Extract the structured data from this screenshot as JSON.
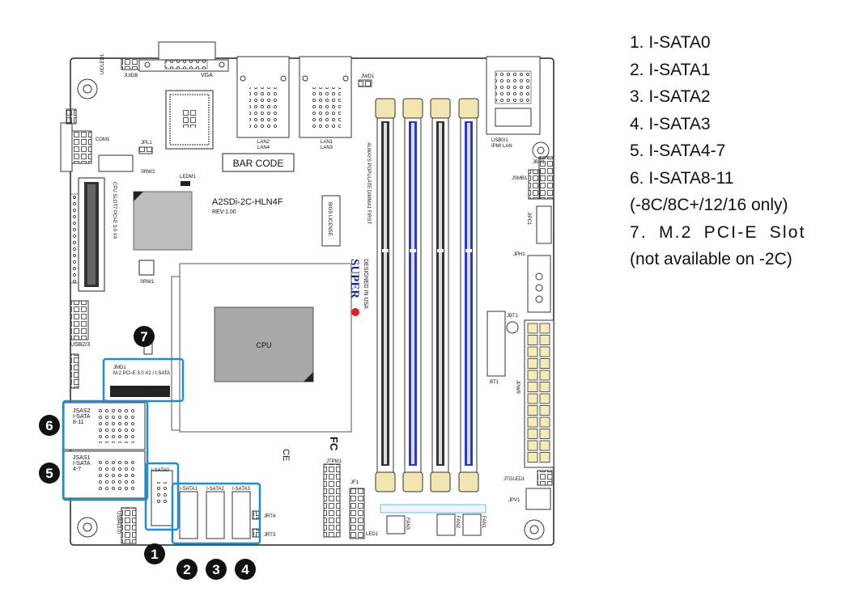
{
  "board": {
    "model": "A2SDi-2C-HLN4F",
    "revision": "REV:1.00",
    "bar_code": "BAR CODE",
    "cpu": "CPU",
    "bios_license": "BIOS LICENSE",
    "designed_in": "DESIGNED IN USA",
    "brand": "SUPER",
    "dimm_note": "ALWAYS POPULATE DIMMA1 FIRST"
  },
  "labels": {
    "vga": "VGA",
    "uid": "UIDLED1",
    "jud": "JUIDB",
    "jwd1": "JWD1",
    "lan24": [
      "LAN2",
      "LAN4"
    ],
    "lan13": [
      "LAN1",
      "LAN3"
    ],
    "usb01": [
      "USB0/1",
      "IPMI LAN"
    ],
    "com1": "COM1",
    "jpl1": "JPL1",
    "srw2": "SRW2",
    "ledm1": "LEDM1",
    "srw1": "SRW1",
    "jpci": "CPU SLOT7 PCI-E 3.0 X4",
    "usb23": "USB2/3",
    "jmd1": [
      "JMD1",
      "M.2 PCI-E 3.0 X2 / I-SATA"
    ],
    "jsas2": [
      "JSAS2",
      "I-SATA",
      "8-11"
    ],
    "jsas1": [
      "JSAS1",
      "I-SATA",
      "4-7"
    ],
    "isata0": "I-SATA0",
    "isata1": "I-SATA1",
    "isata2": "I-SATA2",
    "isata3": "I-SATA3",
    "jrt4": "JRT4",
    "jrt3": "JRT3",
    "jtpm1": "JTPM1",
    "jf1": "JF1",
    "led1": "LED1",
    "fan3": "FAN3",
    "fan2": "FAN2",
    "fan1": "FAN1",
    "jsmb1": "JSMB1",
    "jipc1": "JIPC1",
    "jph1": "JPH1",
    "jbt1": "JBT1",
    "bt1": "BT1",
    "jpwr": "JPWR",
    "jtgled1": "JTGLED1",
    "jpv1": "JPV1",
    "jbr1": "JBR1",
    "usb4": "USB4(3.0)",
    "ce": "CE",
    "fc": "FC"
  },
  "badges": [
    "1",
    "2",
    "3",
    "4",
    "5",
    "6",
    "7"
  ],
  "legend": [
    "1. I-SATA0",
    "2. I-SATA1",
    "3. I-SATA2",
    "4. I-SATA3",
    "5. I-SATA4-7",
    "6. I-SATA8-11",
    "(-8C/8C+/12/16 only)",
    "7. M.2 PCI-E Slot",
    "(not available on -2C)"
  ],
  "colors": {
    "highlight": "#1a8fd6",
    "dimm_blue": "#2a38c8",
    "dimm_black": "#333333",
    "latch": "#f1e6b2",
    "pwr_connector": "#f5ebb8",
    "cpu": "#a8a8a8",
    "chip": "#bdbdbd"
  }
}
